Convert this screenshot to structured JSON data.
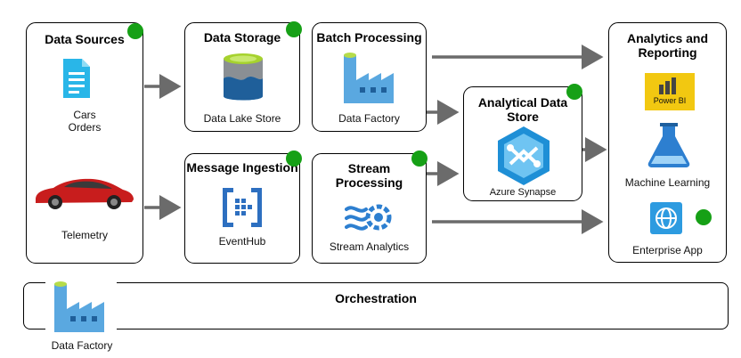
{
  "sources": {
    "title": "Data Sources",
    "cars_orders": "Cars\nOrders",
    "telemetry": "Telemetry"
  },
  "storage": {
    "title": "Data Storage",
    "label": "Data Lake Store"
  },
  "batch": {
    "title": "Batch Processing",
    "label": "Data Factory"
  },
  "ingestion": {
    "title": "Message Ingestion",
    "label": "EventHub"
  },
  "stream": {
    "title": "Stream\nProcessing",
    "label": "Stream Analytics"
  },
  "analytical": {
    "title": "Analytical Data\nStore",
    "label": "Azure Synapse"
  },
  "analytics": {
    "title": "Analytics and\nReporting",
    "powerbi": "Power BI",
    "ml": "Machine Learning",
    "app": "Enterprise App"
  },
  "orchestration": {
    "title": "Orchestration",
    "label": "Data Factory"
  },
  "colors": {
    "accent_dot": "#16a016",
    "arrow": "#6b6b6b",
    "azure_blue": "#1e8fd6",
    "powerbi_yellow": "#f2c811"
  }
}
